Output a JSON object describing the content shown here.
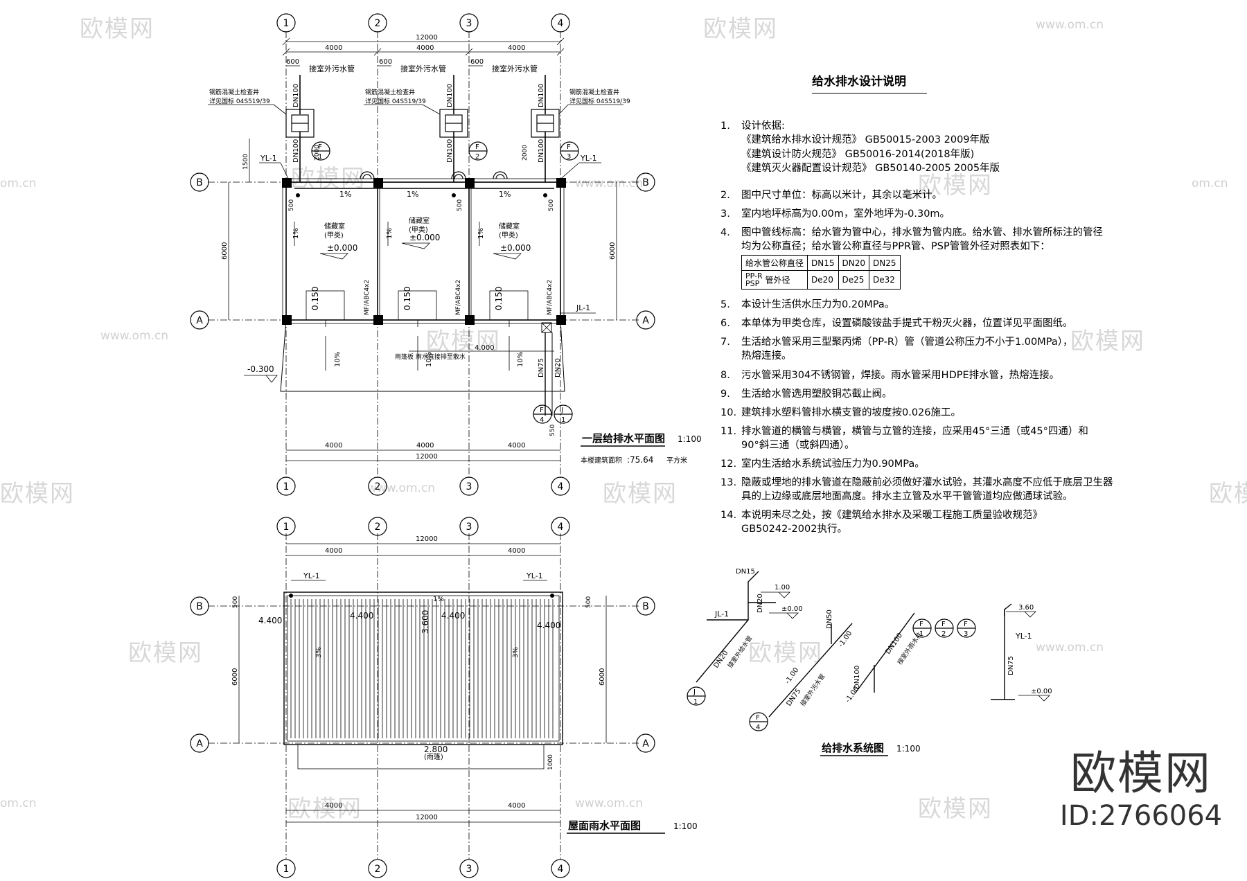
{
  "watermarks": {
    "brand_text": "欧模网",
    "url_text": "www.om.cn",
    "url_short": "om.cn"
  },
  "brand": {
    "name": "欧模网",
    "id": "ID:2766064"
  },
  "axes": {
    "cols": [
      "1",
      "2",
      "3",
      "4"
    ],
    "rows": [
      "A",
      "B"
    ]
  },
  "plan1": {
    "title": "一层给排水平面图",
    "scale": "1:100",
    "area_label": "本楼建筑面积",
    "area_value": ":75.64",
    "area_unit": "平方米",
    "dim_total": "12000",
    "dim_bay": "4000",
    "dim_depth": "6000",
    "dim_600": "600",
    "dim_500": "500",
    "dim_1500": "1500",
    "dim_2000": "2000",
    "dim_550": "550",
    "sewer_pipe": "接室外污水管",
    "manhole_note": "钢筋混凝土检查井",
    "manhole_ref": "详见国标 04S519/39",
    "dn100": "DN100",
    "dn75": "DN75",
    "dn20": "DN20",
    "rooms": [
      {
        "name": "储藏室",
        "sub": "(甲类)",
        "level": "±0.000"
      },
      {
        "name": "储藏室",
        "sub": "(甲类)",
        "level": "±0.000"
      },
      {
        "name": "储藏室",
        "sub": "(甲类)",
        "level": "±0.000"
      }
    ],
    "slope_1": "1%",
    "slope_10": "10%",
    "level_0150": "0.150",
    "extinguisher": "MF/ABC4x2",
    "outdoor_level": "-0.300",
    "yl1": "YL-1",
    "jl1": "JL-1",
    "f1": "F",
    "n1": "1",
    "f2": "F",
    "n2": "2",
    "f3": "F",
    "n3": "3",
    "f4": "F",
    "n4": "4",
    "j1": "J",
    "nj1": "1",
    "canopy_note": "雨篷板   雨水直接排至散水",
    "canopy_width": "4.000"
  },
  "roof": {
    "title": "屋面雨水平面图",
    "scale": "1:100",
    "dim_total": "12000",
    "dim_bay": "4000",
    "dim_depth": "6000",
    "dim_500": "500",
    "dim_1000": "1000",
    "level_4400": "4.400",
    "level_3600": "3.600",
    "level_2800": "2.800",
    "slope_1": "1%",
    "slope_3": "3%",
    "yl1": "YL-1",
    "canopy": "(雨篷)"
  },
  "system": {
    "title": "给排水系统图",
    "scale": "1:100",
    "dn15": "DN15",
    "dn20": "DN20",
    "dn50": "DN50",
    "dn75": "DN75",
    "dn100": "DN100",
    "lvl_100": "1.00",
    "lvl_000": "±0.00",
    "lvl_neg100": "-1.00",
    "lvl_360": "3.60",
    "jl1": "JL-1",
    "yl1": "YL-1",
    "tag_f": "F",
    "tag_j": "J",
    "n1": "1",
    "n2": "2",
    "n3": "3",
    "n4": "4",
    "label_water": "接室外给水管",
    "label_sewer": "接室外污水管",
    "label_rain": "接室外雨水井"
  },
  "notes": {
    "title": "给水排水设计说明",
    "items": [
      {
        "num": "1.",
        "lines": [
          "设计依据:",
          "《建筑给水排水设计规范》 GB50015-2003     2009年版",
          "《建筑设计防火规范》 GB50016-2014(2018年版)",
          "《建筑灭火器配置设计规范》 GB50140-2005     2005年版"
        ]
      },
      {
        "num": "2.",
        "lines": [
          "图中尺寸单位：标高以米计，其余以毫米计。"
        ]
      },
      {
        "num": "3.",
        "lines": [
          "室内地坪标高为0.00m，室外地坪为-0.30m。"
        ]
      },
      {
        "num": "4.",
        "lines": [
          "图中管线标高：给水管为管中心，排水管为管内底。给水管、排水管所标注的管径",
          "均为公称直径；给水管公称直径与PPR管、PSP管管外径对照表如下："
        ]
      },
      {
        "num": "5.",
        "lines": [
          "本设计生活供水压力为0.20MPa。"
        ]
      },
      {
        "num": "6.",
        "lines": [
          "本单体为甲类仓库，设置磷酸铵盐手提式干粉灭火器，位置详见平面图纸。"
        ]
      },
      {
        "num": "7.",
        "lines": [
          "生活给水管采用三型聚丙烯（PP-R）管（管道公称压力不小于1.00MPa），",
          "热熔连接。"
        ]
      },
      {
        "num": "8.",
        "lines": [
          "污水管采用304不锈钢管，焊接。雨水管采用HDPE排水管，热熔连接。"
        ]
      },
      {
        "num": "9.",
        "lines": [
          "生活给水管选用塑胶铜芯截止阀。"
        ]
      },
      {
        "num": "10.",
        "lines": [
          "建筑排水塑料管排水横支管的坡度按0.026施工。"
        ]
      },
      {
        "num": "11.",
        "lines": [
          "排水管道的横管与横管，横管与立管的连接，应采用45°三通（或45°四通）和",
          "90°斜三通（或斜四通）。"
        ]
      },
      {
        "num": "12.",
        "lines": [
          "室内生活给水系统试验压力为0.90MPa。"
        ]
      },
      {
        "num": "13.",
        "lines": [
          "隐蔽或埋地的排水管道在隐蔽前必须做好灌水试验，其灌水高度不应低于底层卫生器",
          "具的上边缘或底层地面高度。排水主立管及水平干管管道均应做通球试验。"
        ]
      },
      {
        "num": "14.",
        "lines": [
          "本说明未尽之处，按《建筑给水排水及采暖工程施工质量验收规范》",
          "GB50242-2002执行。"
        ]
      }
    ],
    "table": {
      "header": [
        "给水管公称直径",
        "DN15",
        "DN20",
        "DN25"
      ],
      "row2_label_top": "PP-R",
      "row2_label_bottom": "PSP",
      "row2_label_right": "管外径",
      "row2": [
        "De20",
        "De25",
        "De32"
      ]
    }
  }
}
